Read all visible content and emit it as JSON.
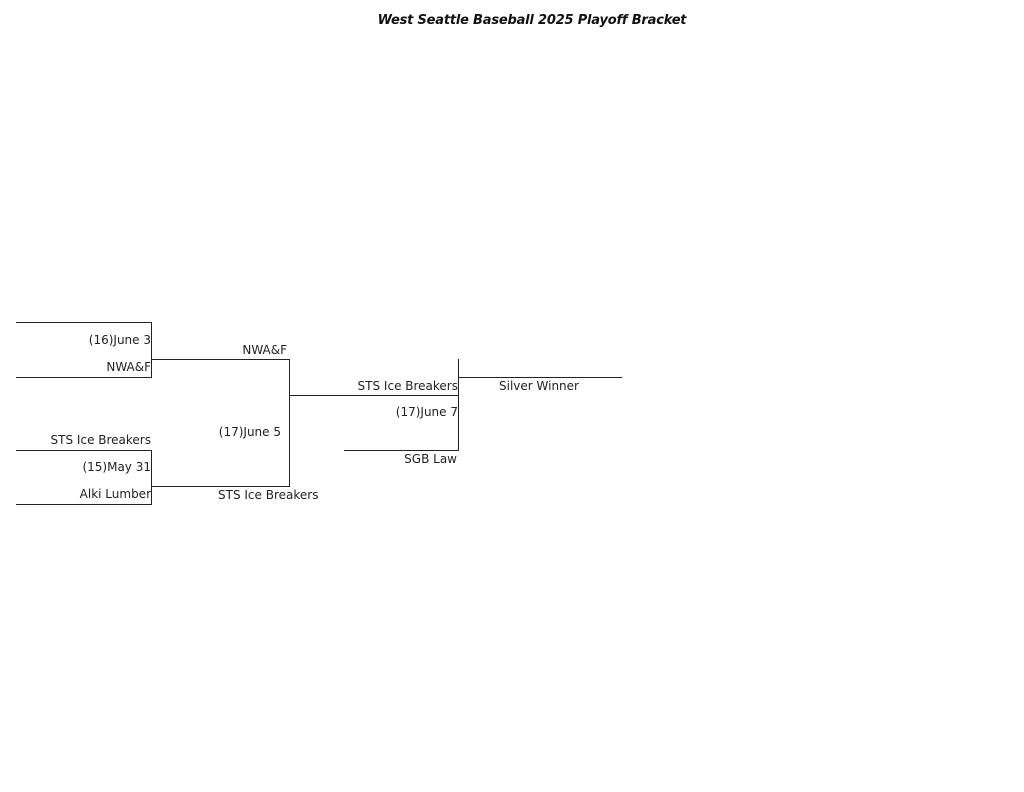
{
  "title": "West Seattle Baseball 2025 Playoff Bracket",
  "games": {
    "g16": {
      "label": "(16)June 3",
      "top_team": "",
      "bottom_team": "NWA&F"
    },
    "g15": {
      "label": "(15)May 31",
      "top_team": "STS Ice Breakers",
      "bottom_team": "Alki Lumber"
    },
    "g17_semi": {
      "label": "(17)June 5",
      "top_team": "NWA&F",
      "bottom_team": "STS Ice Breakers"
    },
    "g17_final": {
      "label": "(17)June 7",
      "top_team": "STS Ice Breakers",
      "bottom_team": "SGB Law"
    }
  },
  "winner": {
    "label": "Silver Winner"
  }
}
